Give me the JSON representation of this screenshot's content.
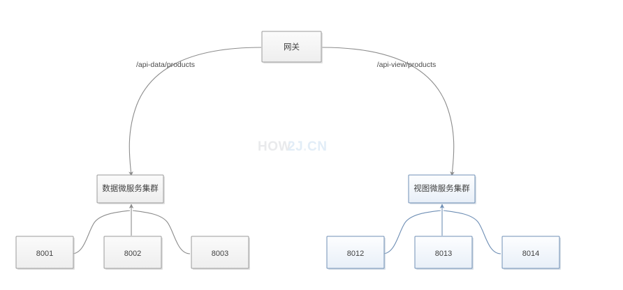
{
  "diagram": {
    "title_watermark": {
      "part_gray": "HOW",
      "part_dot": ".",
      "part_blue_left": "2J",
      "part_blue_right": "CN",
      "full": "HOW2J.CN",
      "color_gray": "#e9eaec",
      "color_blue": "#e2edf7"
    },
    "gateway": {
      "label": "网关"
    },
    "edges": [
      {
        "id": "edge-data",
        "label": "/api-data/products"
      },
      {
        "id": "edge-view",
        "label": "/api-view/products"
      }
    ],
    "clusters": [
      {
        "id": "data-cluster",
        "label": "数据微服务集群",
        "accent": "#9a9a9a",
        "fill": "#f2f2f2",
        "instances": [
          {
            "id": "node-8001",
            "label": "8001"
          },
          {
            "id": "node-8002",
            "label": "8002"
          },
          {
            "id": "node-8003",
            "label": "8003"
          }
        ]
      },
      {
        "id": "view-cluster",
        "label": "视图微服务集群",
        "accent": "#6f8fb5",
        "fill": "#f3f7fc",
        "instances": [
          {
            "id": "node-8012",
            "label": "8012"
          },
          {
            "id": "node-8013",
            "label": "8013"
          },
          {
            "id": "node-8014",
            "label": "8014"
          }
        ]
      }
    ]
  }
}
